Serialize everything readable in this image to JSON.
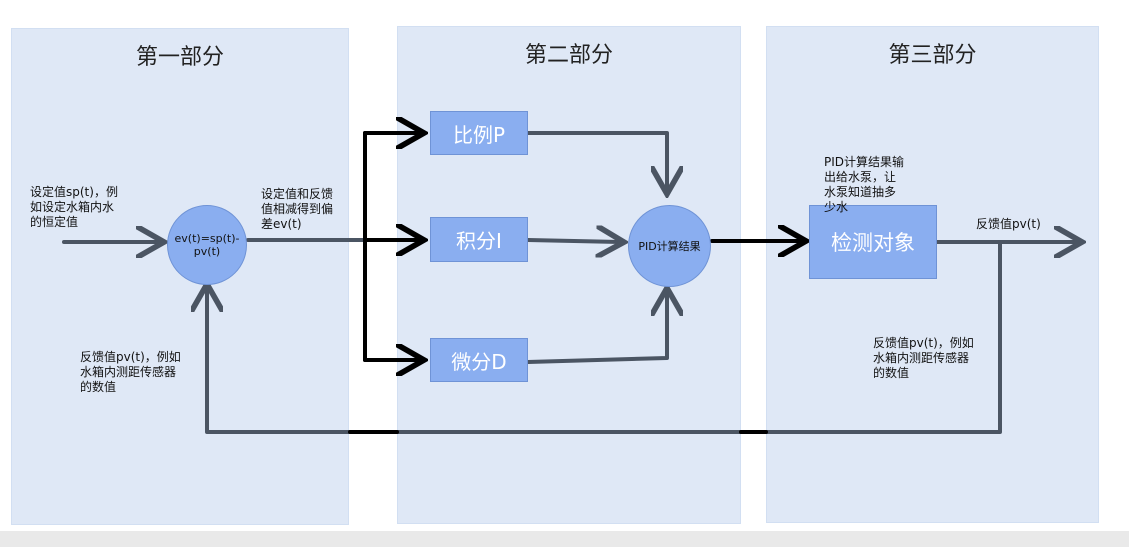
{
  "sections": [
    {
      "title": "第一部分"
    },
    {
      "title": "第二部分"
    },
    {
      "title": "第三部分"
    }
  ],
  "nodes": {
    "sum": "ev(t)=sp(t)-pv(t)",
    "p": "比例P",
    "i": "积分I",
    "d": "微分D",
    "pid": "PID计算结果",
    "plant": "检测对象"
  },
  "notes": {
    "setpoint": [
      "设定值sp(t)，例",
      "如设定水箱内水",
      "的恒定值"
    ],
    "error": [
      "设定值和反馈",
      "值相减得到偏",
      "差ev(t)"
    ],
    "feedback_left": [
      "反馈值pv(t)，例如",
      "水箱内测距传感器",
      "的数值"
    ],
    "pid_output": [
      "PID计算结果输",
      "出给水泵，让",
      "水泵知道抽多",
      "少水"
    ],
    "feedback_out": "反馈值pv(t)",
    "feedback_right": [
      "反馈值pv(t)，例如",
      "水箱内测距传感器",
      "的数值"
    ]
  },
  "colors": {
    "panel": "#dfe8f6",
    "node": "#8aaef0",
    "arrow": "#4b5563",
    "bus": "#000000"
  }
}
